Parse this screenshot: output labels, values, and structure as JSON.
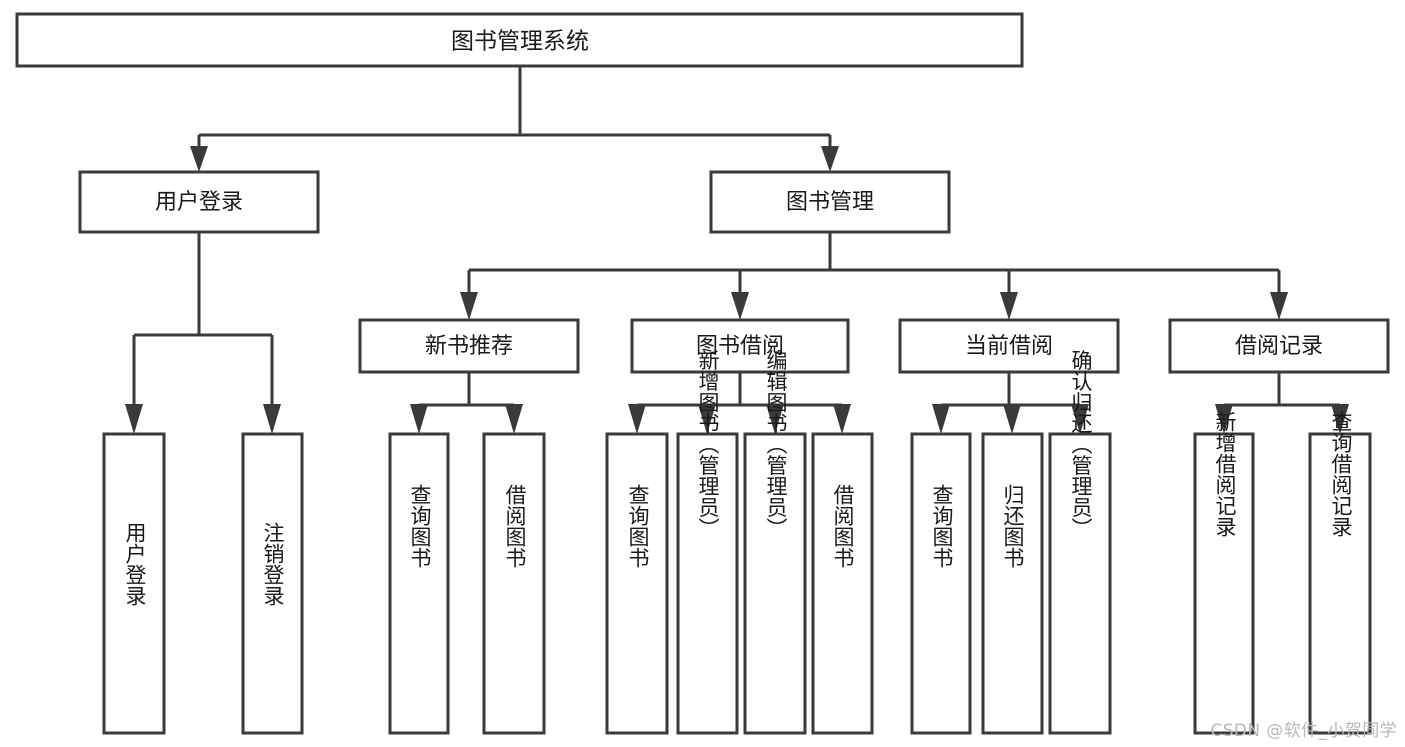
{
  "diagram": {
    "type": "tree",
    "title": "图书管理系统",
    "watermark": "CSDN @软件_小贺同学",
    "colors": {
      "background": "#ffffff",
      "stroke": "#3a3a3a",
      "text": "#1a1a1a",
      "watermark": "#b9b9b9"
    },
    "nodes": {
      "root": "图书管理系统",
      "level2": [
        "用户登录",
        "图书管理"
      ],
      "level3": [
        "新书推荐",
        "图书借阅",
        "当前借阅",
        "借阅记录"
      ],
      "leaves": [
        "用户登录",
        "注销登录",
        "查询图书",
        "借阅图书",
        "查询图书",
        "新增图书（管理员）",
        "编辑图书（管理员）",
        "借阅图书",
        "查询图书",
        "归还图书",
        "确认归还（管理员）",
        "新增借阅记录",
        "查询借阅记录"
      ]
    },
    "edges": [
      {
        "from": "图书管理系统",
        "to": "用户登录"
      },
      {
        "from": "图书管理系统",
        "to": "图书管理"
      },
      {
        "from": "用户登录",
        "to": "用户登录"
      },
      {
        "from": "用户登录",
        "to": "注销登录"
      },
      {
        "from": "图书管理",
        "to": "新书推荐"
      },
      {
        "from": "图书管理",
        "to": "图书借阅"
      },
      {
        "from": "图书管理",
        "to": "当前借阅"
      },
      {
        "from": "图书管理",
        "to": "借阅记录"
      },
      {
        "from": "新书推荐",
        "to": "查询图书"
      },
      {
        "from": "新书推荐",
        "to": "借阅图书"
      },
      {
        "from": "图书借阅",
        "to": "查询图书"
      },
      {
        "from": "图书借阅",
        "to": "新增图书（管理员）"
      },
      {
        "from": "图书借阅",
        "to": "编辑图书（管理员）"
      },
      {
        "from": "图书借阅",
        "to": "借阅图书"
      },
      {
        "from": "当前借阅",
        "to": "查询图书"
      },
      {
        "from": "当前借阅",
        "to": "归还图书"
      },
      {
        "from": "当前借阅",
        "to": "确认归还（管理员）"
      },
      {
        "from": "借阅记录",
        "to": "新增借阅记录"
      },
      {
        "from": "借阅记录",
        "to": "查询借阅记录"
      }
    ]
  }
}
